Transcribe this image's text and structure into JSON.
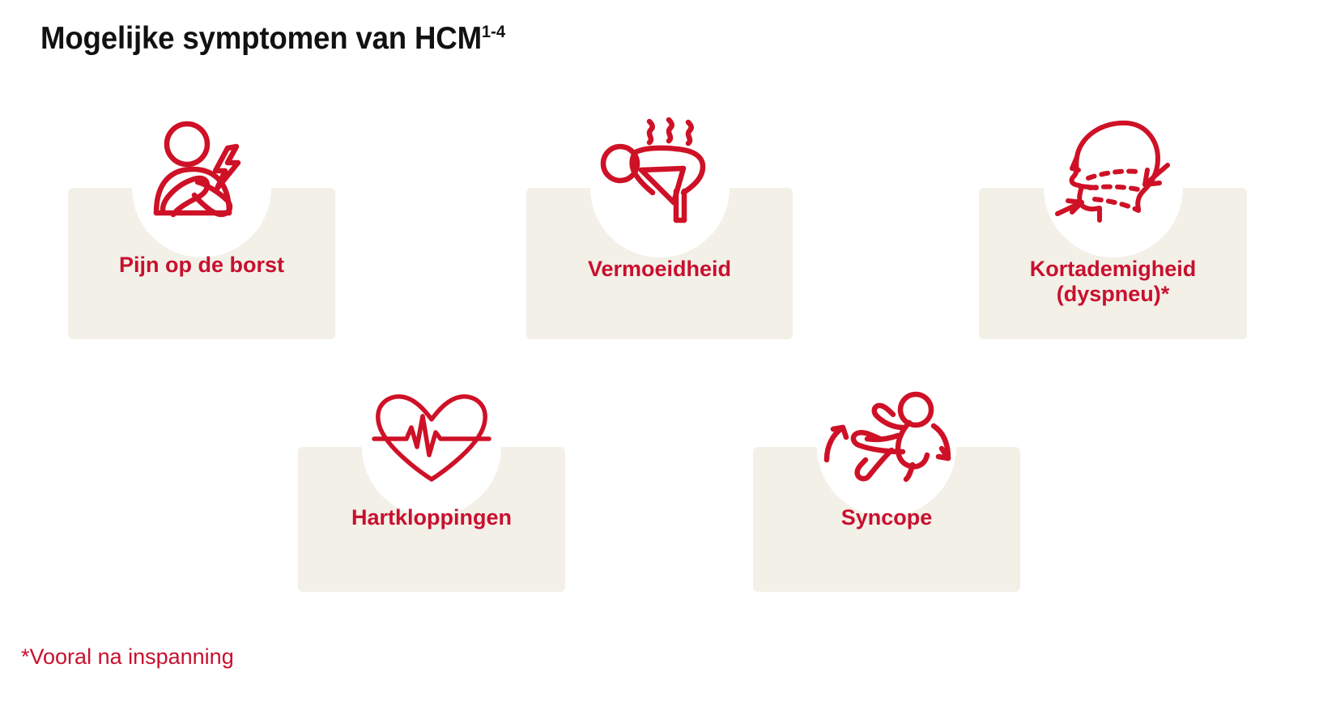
{
  "slide": {
    "title_text": "Mogelijke symptomen van HCM",
    "title_superscript": "1-4",
    "background_color": "#FFFFFF",
    "accent_color": "#C8102E",
    "card_color": "#F3F0E8",
    "title_color": "#111111"
  },
  "cards": [
    {
      "id": "chest-pain",
      "label": "Pijn op de borst",
      "icon_name": "person-chest-pain-icon",
      "row": 1,
      "column": 1
    },
    {
      "id": "fatigue",
      "label": "Vermoeidheid",
      "icon_name": "exhausted-person-icon",
      "row": 1,
      "column": 2
    },
    {
      "id": "dyspnea",
      "label": "Kortademigheid\n(dyspneu)*",
      "icon_name": "breathing-head-profile-icon",
      "row": 1,
      "column": 3
    },
    {
      "id": "palpitations",
      "label": "Hartkloppingen",
      "icon_name": "heart-pulse-icon",
      "row": 2,
      "column": 1
    },
    {
      "id": "syncope",
      "label": "Syncope",
      "icon_name": "falling-person-icon",
      "row": 2,
      "column": 2
    }
  ],
  "footnote": {
    "text": "*Vooral na inspanning"
  }
}
